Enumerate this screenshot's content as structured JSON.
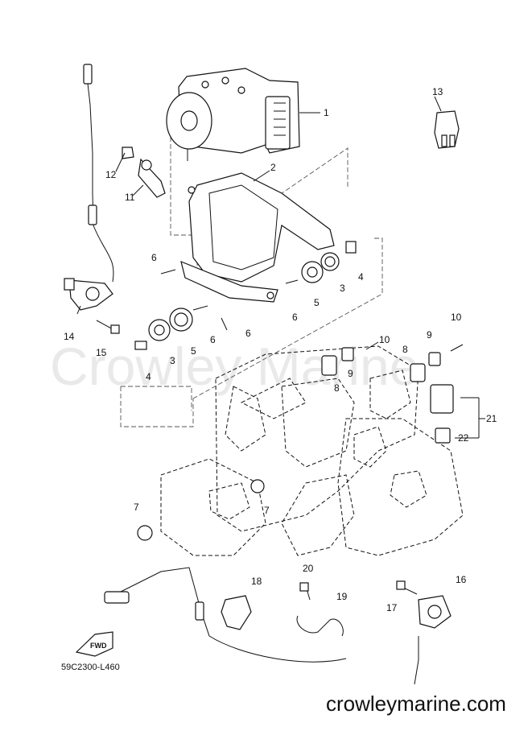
{
  "diagram": {
    "watermark": "Crowley Marine",
    "footer_text": "crowleymarine.com",
    "diagram_code": "59C2300-L460",
    "fwd_label": "FWD",
    "callouts": [
      {
        "id": "c1",
        "label": "1"
      },
      {
        "id": "c2",
        "label": "2"
      },
      {
        "id": "c3a",
        "label": "3"
      },
      {
        "id": "c3b",
        "label": "3"
      },
      {
        "id": "c4a",
        "label": "4"
      },
      {
        "id": "c4b",
        "label": "4"
      },
      {
        "id": "c5a",
        "label": "5"
      },
      {
        "id": "c5b",
        "label": "5"
      },
      {
        "id": "c6a",
        "label": "6"
      },
      {
        "id": "c6b",
        "label": "6"
      },
      {
        "id": "c6c",
        "label": "6"
      },
      {
        "id": "c6d",
        "label": "6"
      },
      {
        "id": "c7a",
        "label": "7"
      },
      {
        "id": "c7b",
        "label": "7"
      },
      {
        "id": "c8a",
        "label": "8"
      },
      {
        "id": "c8b",
        "label": "8"
      },
      {
        "id": "c9a",
        "label": "9"
      },
      {
        "id": "c9b",
        "label": "9"
      },
      {
        "id": "c10a",
        "label": "10"
      },
      {
        "id": "c10b",
        "label": "10"
      },
      {
        "id": "c11",
        "label": "11"
      },
      {
        "id": "c12",
        "label": "12"
      },
      {
        "id": "c13",
        "label": "13"
      },
      {
        "id": "c14",
        "label": "14"
      },
      {
        "id": "c15",
        "label": "15"
      },
      {
        "id": "c16",
        "label": "16"
      },
      {
        "id": "c17",
        "label": "17"
      },
      {
        "id": "c18",
        "label": "18"
      },
      {
        "id": "c19",
        "label": "19"
      },
      {
        "id": "c20",
        "label": "20"
      },
      {
        "id": "c21",
        "label": "21"
      },
      {
        "id": "c22",
        "label": "22"
      }
    ]
  }
}
